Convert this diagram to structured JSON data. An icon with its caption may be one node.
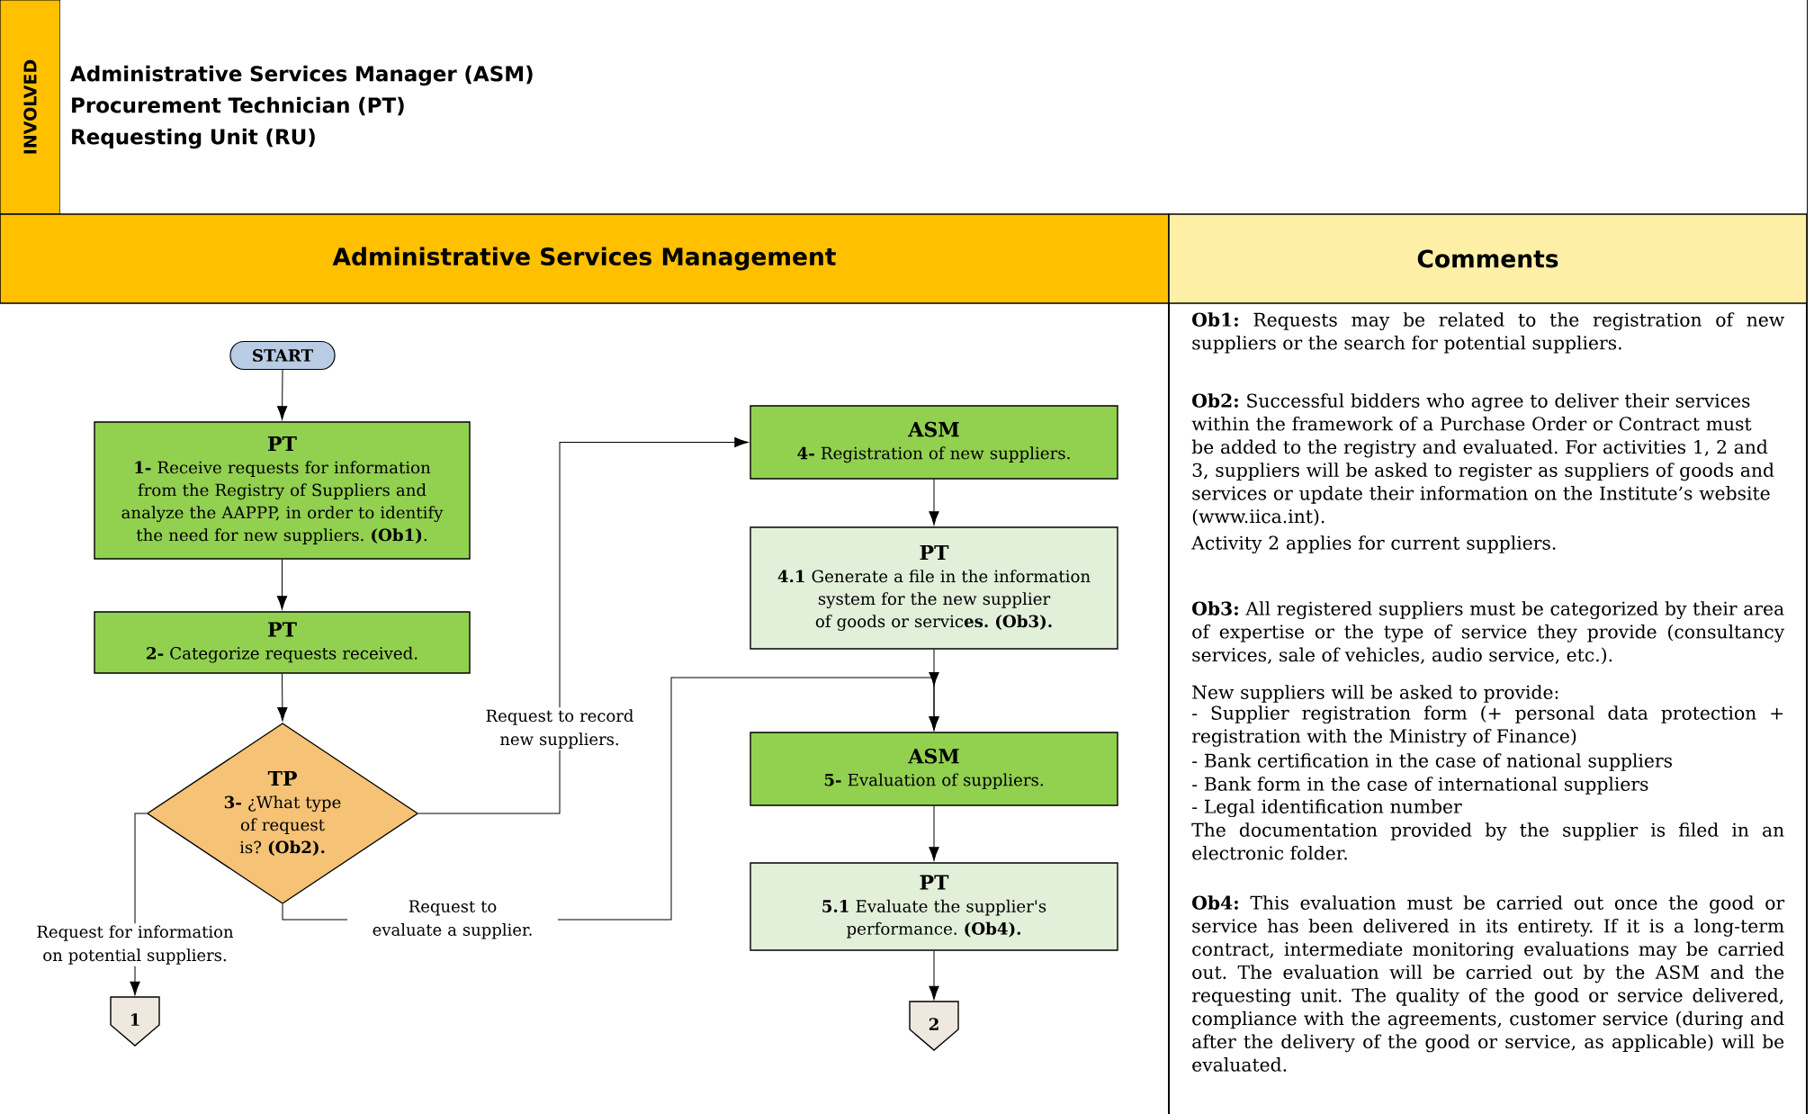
{
  "diagram": {
    "nodes": [
      {
        "text": [
          "INVOLVED"
        ]
      },
      {
        "text": [
          "Administrative Services Manager (ASM)",
          "Procurement Technician (PT)",
          "Requesting Unit (RU)"
        ]
      },
      {
        "text": [
          "Administrative Services Management"
        ]
      },
      {
        "text": [
          "Comments"
        ]
      },
      {
        "text": [
          "START"
        ]
      },
      {
        "text": [
          "PT",
          "**1-** Receive requests for information from the Registry of Suppliers and analyze the AAPPP, in order to identify the need for new suppliers. **(Ob1)**."
        ]
      },
      {
        "text": [
          "PT",
          "**2-** Categorize requests received."
        ]
      },
      {
        "text": [
          "TP",
          "**3-** ¿What type of request is? **(Ob2).**"
        ]
      },
      {
        "text": [
          "ASM",
          "**4-** Registration of new suppliers."
        ]
      },
      {
        "text": [
          "PT",
          "**4.1** Generate a file in the information system for the new supplier of goods or servic**es. (Ob3).**"
        ]
      },
      {
        "text": [
          "ASM",
          "**5-** Evaluation of suppliers."
        ]
      },
      {
        "text": [
          "PT",
          "**5.1** Evaluate the supplier's performance. **(Ob4).**"
        ]
      },
      {
        "text": [
          "1"
        ]
      },
      {
        "text": [
          "2"
        ]
      }
    ],
    "edges": [
      {
        "from": 4,
        "to": 5,
        "arrow": "to"
      },
      {
        "from": 5,
        "to": 6,
        "arrow": "to"
      },
      {
        "from": 6,
        "to": 7,
        "arrow": "to"
      },
      {
        "from": 7,
        "to": 8,
        "arrow": "to",
        "label": "Request to record new suppliers."
      },
      {
        "from": 7,
        "to": 12,
        "arrow": "to",
        "label": "Request for information on potential suppliers."
      },
      {
        "from": 7,
        "to": 10,
        "arrow": "to",
        "label": "Request to evaluate a supplier."
      },
      {
        "from": 8,
        "to": 9,
        "arrow": "to"
      },
      {
        "from": 9,
        "to": 10,
        "arrow": "to"
      },
      {
        "from": 10,
        "to": 11,
        "arrow": "to"
      },
      {
        "from": 11,
        "to": 13,
        "arrow": "to"
      }
    ],
    "labels": [
      "**Ob1:** Requests may be related to the registration of new suppliers or the search for potential suppliers.",
      "**Ob2:** Successful bidders who agree to deliver their services within the framework of a Purchase Order or Contract must be added to the registry and evaluated. For activities 1, 2 and 3, suppliers will be asked to register as suppliers of goods and services or update their information on the Institute’s website (www.iica.int).",
      "Activity 2 applies for current suppliers.",
      "**Ob3:** All registered suppliers must be categorized by their area of expertise or the type of service they provide (consultancy services, sale of vehicles, audio service, etc.).",
      "New suppliers will be asked to provide:",
      "- Supplier registration form (+ personal data protection + registration with the Ministry of Finance)",
      "- Bank certification in the case of national suppliers",
      "- Bank form in the case of international suppliers",
      "- Legal identification number",
      "The documentation provided by the supplier is filed in an electronic folder.",
      "**Ob4:** This evaluation must be carried out once the good or service has been delivered in its entirety. If it is a long-term contract, intermediate monitoring evaluations may be carried out. The evaluation will be carried out by the ASM and the requesting unit. The quality of the good or service delivered, compliance with the agreements, customer service (during and after the delivery of the good or service, as applicable) will be evaluated."
    ]
  }
}
